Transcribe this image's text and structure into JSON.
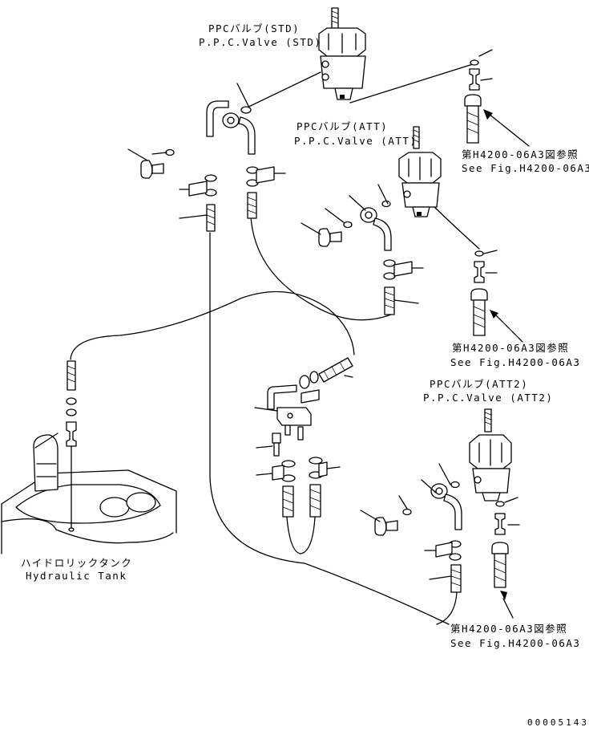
{
  "labels": {
    "valve_std_jp": "PPCバルブ(STD)",
    "valve_std_en": "P.P.C.Valve (STD)",
    "valve_att_jp": "PPCバルブ(ATT)",
    "valve_att_en": "P.P.C.Valve (ATT)",
    "valve_att2_jp": "PPCバルブ(ATT2)",
    "valve_att2_en": "P.P.C.Valve (ATT2)",
    "tank_jp": "ハイドロリックタンク",
    "tank_en": "Hydraulic Tank",
    "ref1_jp": "第H4200-06A3図参照",
    "ref1_en": "See Fig.H4200-06A3",
    "ref2_jp": "第H4200-06A3図参照",
    "ref2_en": "See Fig.H4200-06A3",
    "ref3_jp": "第H4200-06A3図参照",
    "ref3_en": "See Fig.H4200-06A3",
    "drawing_code": "00005143"
  }
}
